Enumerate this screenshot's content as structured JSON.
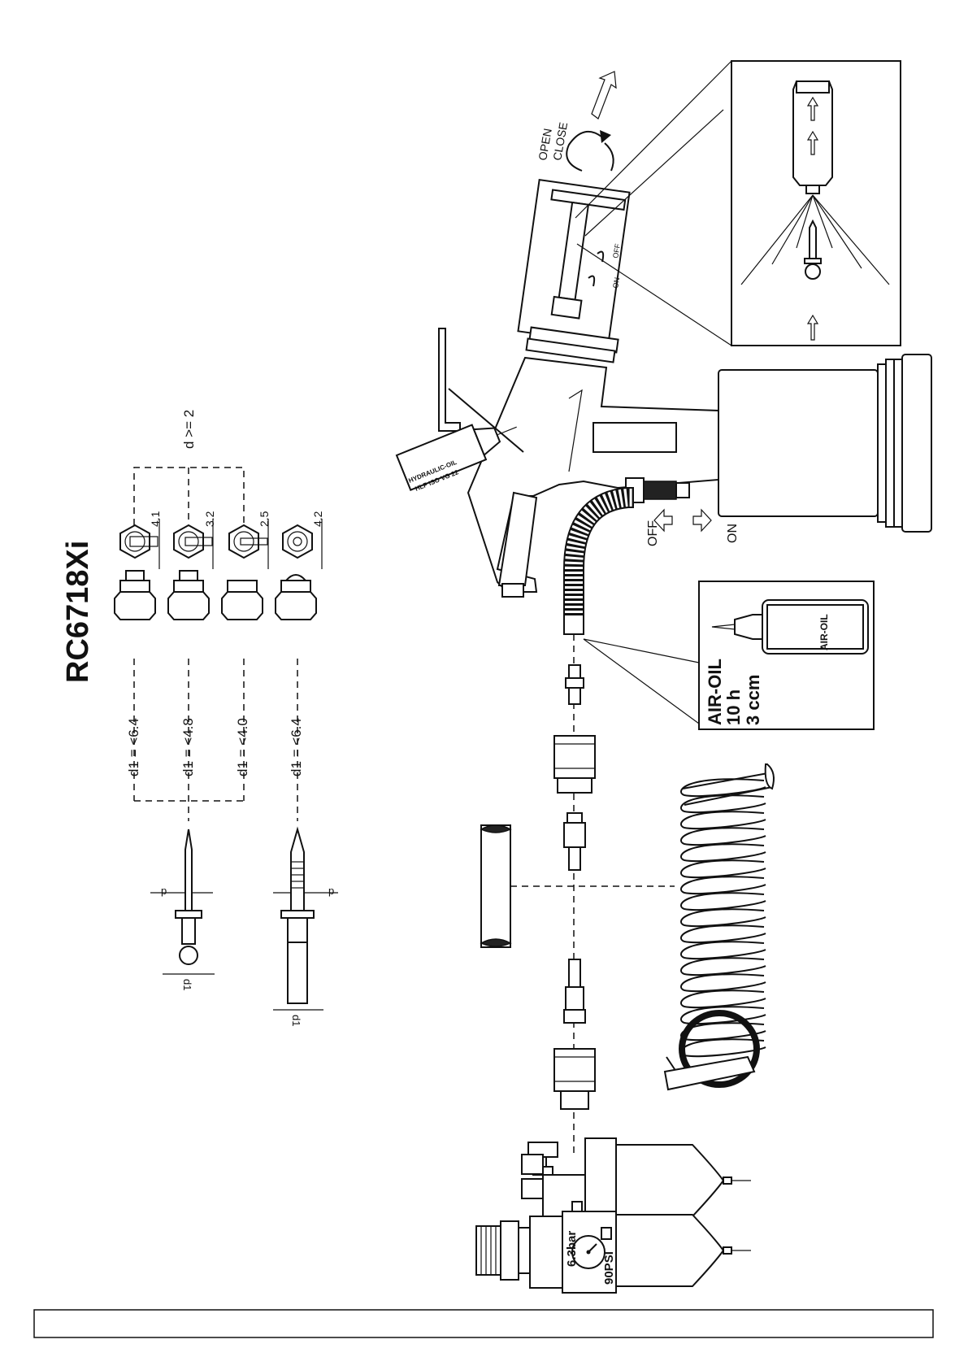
{
  "model": "RC6718Xi",
  "nosepieces": {
    "d_label": "d >= 2",
    "sizes": [
      "4.1",
      "3.2",
      "2.5",
      "4.2"
    ],
    "d1_labels": [
      "d1 = <6.4",
      "d1 = <4.8",
      "d1 = <4.0",
      "d1 = <6.4"
    ]
  },
  "rivets": {
    "p_label": "p",
    "d1_label": "d1"
  },
  "oil_valve": {
    "open_label": "OPEN",
    "close_label": "CLOSE",
    "on_label": "ON",
    "off_label": "OFF"
  },
  "hydraulic_oil": {
    "line1": "HYDRAULIC-OIL",
    "line2": "HLP ISO VG 22"
  },
  "air_switch": {
    "off_label": "OFF",
    "on_label": "ON"
  },
  "air_oil": {
    "title": "AIR-OIL",
    "interval": "10 h",
    "amount": "3 ccm",
    "bottle_label": "AIR-OIL"
  },
  "regulator": {
    "pressure_bar": "6.3bar",
    "pressure_psi": "90PSI"
  },
  "footer": {
    "text": ""
  }
}
